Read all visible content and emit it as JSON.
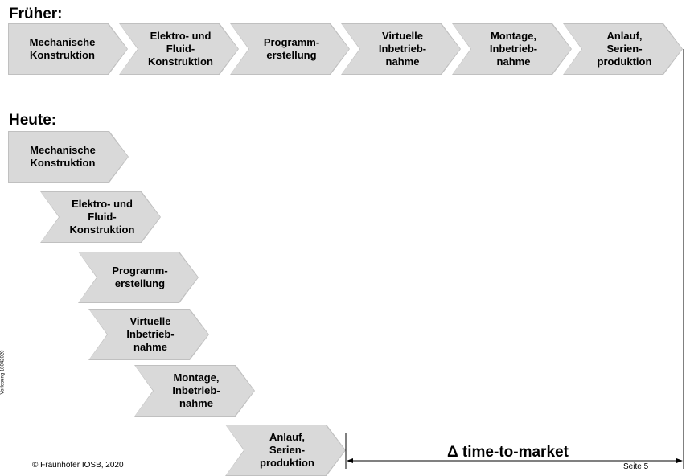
{
  "heading_before": "Früher:",
  "heading_now": "Heute:",
  "steps": [
    "Mechanische\nKonstruktion",
    "Elektro- und\nFluid-\nKonstruktion",
    "Programm-\nerstellung",
    "Virtuelle\nInbetrieb-\nnahme",
    "Montage,\nInbetrieb-\nnahme",
    "Anlauf,\nSerien-\nproduktion"
  ],
  "delta_label": "Δ time-to-market",
  "footer_copyright": "© Fraunhofer IOSB, 2020",
  "footer_page": "Seite 5",
  "side_note": "Vorlesung 18042020"
}
